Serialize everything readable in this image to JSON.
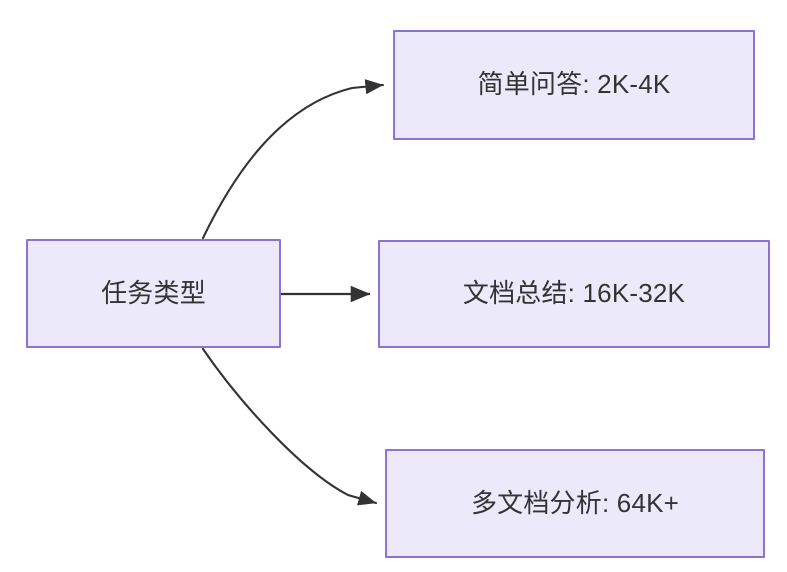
{
  "diagram": {
    "type": "flowchart",
    "direction": "left-to-right",
    "background_color": "#ffffff",
    "node_fill_color": "#ECEAFA",
    "node_border_color": "#8B72D6",
    "node_text_color": "#333333",
    "edge_color": "#333333",
    "nodes": [
      {
        "id": "source",
        "label": "任务类型"
      },
      {
        "id": "simple_qa",
        "label": "简单问答: 2K-4K"
      },
      {
        "id": "doc_summary",
        "label": "文档总结: 16K-32K"
      },
      {
        "id": "multi_doc",
        "label": "多文档分析: 64K+"
      }
    ],
    "edges": [
      {
        "from": "source",
        "to": "simple_qa",
        "style": "curved",
        "arrow": "to"
      },
      {
        "from": "source",
        "to": "doc_summary",
        "style": "straight",
        "arrow": "to"
      },
      {
        "from": "source",
        "to": "multi_doc",
        "style": "curved",
        "arrow": "to"
      }
    ]
  }
}
